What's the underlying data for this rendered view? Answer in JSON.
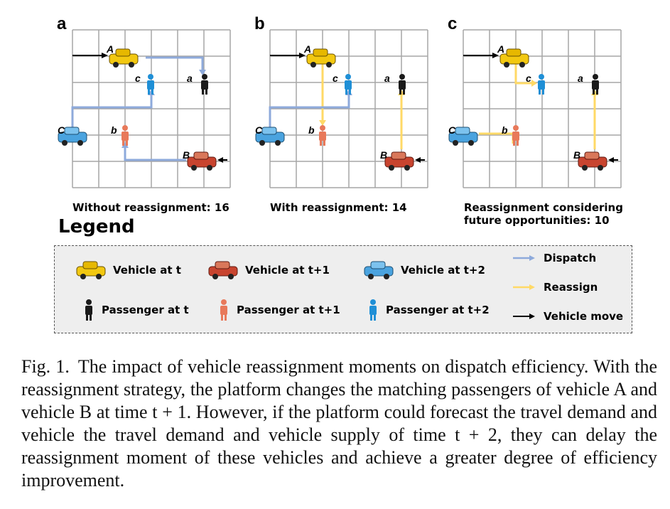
{
  "panels": [
    {
      "id": "a",
      "letter": "a",
      "caption": "Without reassignment: 16",
      "labels": {
        "A": "A",
        "B": "B",
        "C": "C",
        "a": "a",
        "b": "b",
        "c": "c"
      }
    },
    {
      "id": "b",
      "letter": "b",
      "caption": "With reassignment: 14",
      "labels": {
        "A": "A",
        "B": "B",
        "C": "C",
        "a": "a",
        "b": "b",
        "c": "c"
      }
    },
    {
      "id": "c",
      "letter": "c",
      "caption": "Reassignment considering future opportunities: 10",
      "labels": {
        "A": "A",
        "B": "B",
        "C": "C",
        "a": "a",
        "b": "b",
        "c": "c"
      }
    }
  ],
  "legend": {
    "title": "Legend",
    "items": {
      "vehicle_t": "Vehicle at t",
      "vehicle_t1": "Vehicle at t+1",
      "vehicle_t2": "Vehicle at t+2",
      "passenger_t": "Passenger at t",
      "passenger_t1": "Passenger at t+1",
      "passenger_t2": "Passenger at t+2",
      "dispatch": "Dispatch",
      "reassign": "Reassign",
      "vehicle_move": "Vehicle move"
    }
  },
  "colors": {
    "dispatch": "#8eaadb",
    "reassign": "#ffd966",
    "vehicle_move": "#000000",
    "vehicle_t": "#f2c811",
    "vehicle_t1": "#c8442f",
    "vehicle_t2": "#4aa3df",
    "passenger_t": "#1a1a1a",
    "passenger_t1": "#e8795a",
    "passenger_t2": "#1f8fd6",
    "grid": "#a6a6a6"
  },
  "caption": {
    "prefix": "Fig. 1.",
    "text": "The impact of vehicle reassignment moments on dispatch efficiency. With the reassignment strategy, the platform changes the matching passengers of vehicle A and vehicle B at time t + 1. However, if the platform could forecast the travel demand and vehicle the travel demand and vehicle supply of time t + 2, they can delay the reassignment moment of these vehicles and achieve a greater degree of efficiency improvement."
  }
}
